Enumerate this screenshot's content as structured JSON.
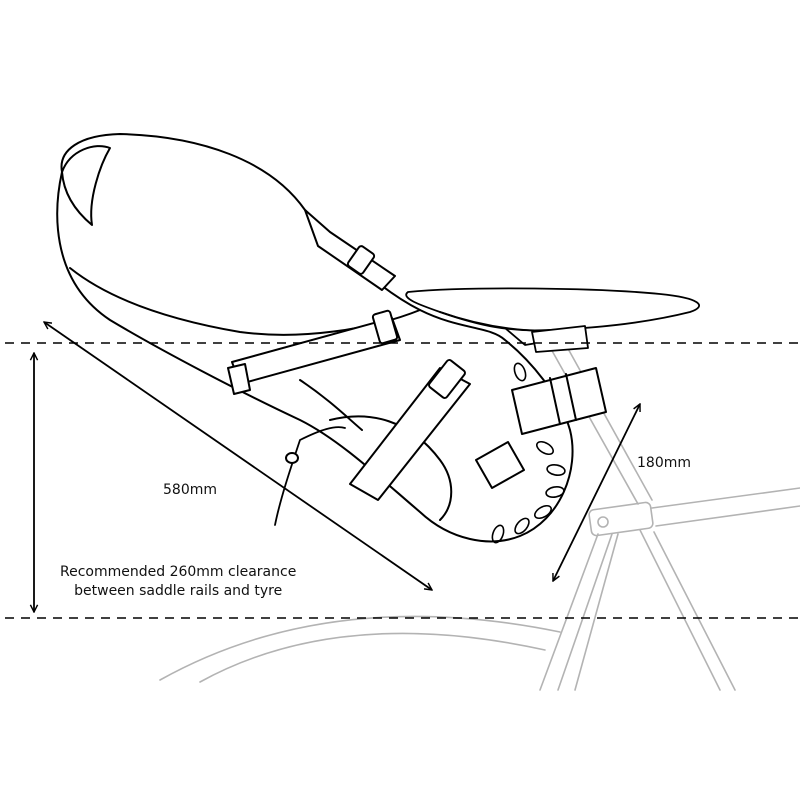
{
  "labels": {
    "length": "580mm",
    "depth": "180mm",
    "clearance_line1": "Recommended 260mm clearance",
    "clearance_line2": "between saddle rails and tyre"
  },
  "colors": {
    "outline": "#000000",
    "bike": "#b3b3b3",
    "background": "#ffffff"
  }
}
